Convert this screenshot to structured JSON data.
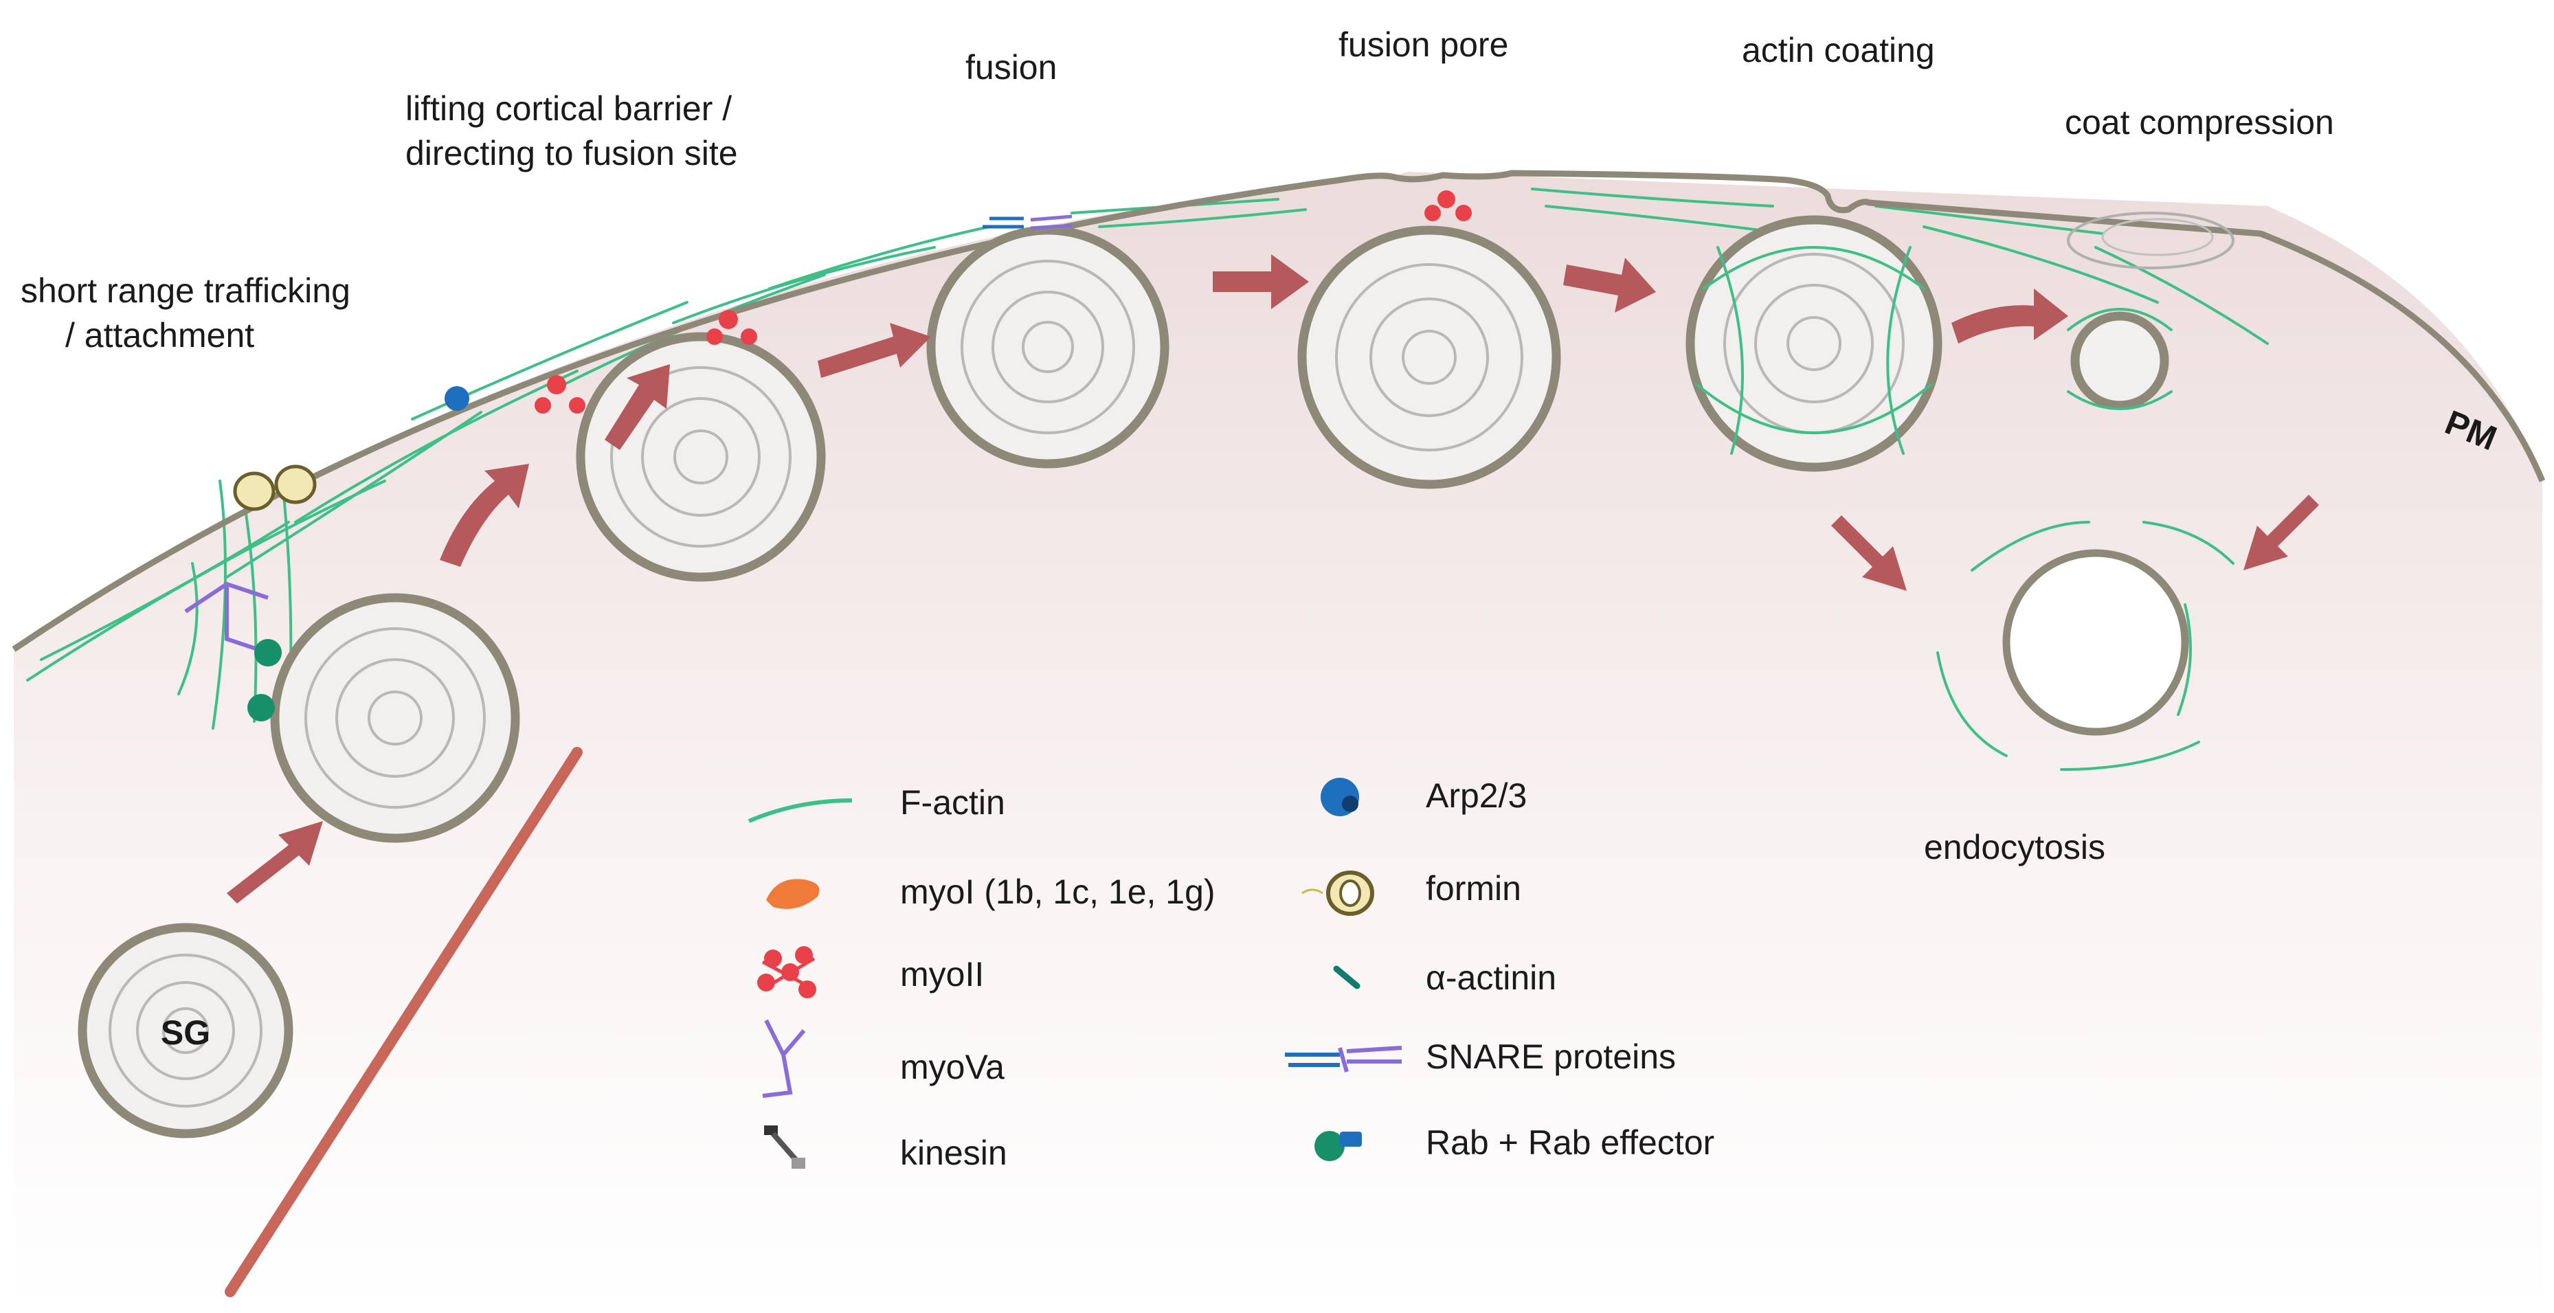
{
  "stages": {
    "short_range": "short range trafficking\n/ attachment",
    "lifting": "lifting cortical barrier /\ndirecting to fusion site",
    "fusion": "fusion",
    "fusion_pore": "fusion pore",
    "actin_coating": "actin coating",
    "coat_compression": "coat compression",
    "endocytosis": "endocytosis"
  },
  "labels": {
    "pm": "PM",
    "sg": "SG"
  },
  "legend": [
    {
      "label": "F-actin",
      "icon": "f-actin-icon"
    },
    {
      "label": "myoI (1b, 1c, 1e, 1g)",
      "icon": "myoI-icon"
    },
    {
      "label": "myoII",
      "icon": "myoII-icon"
    },
    {
      "label": "myoVa",
      "icon": "myoVa-icon"
    },
    {
      "label": "kinesin",
      "icon": "kinesin-icon"
    },
    {
      "label": "Arp2/3",
      "icon": "arp23-icon"
    },
    {
      "label": "formin",
      "icon": "formin-icon"
    },
    {
      "label": "α-actinin",
      "icon": "alpha-actinin-icon"
    },
    {
      "label": "SNARE proteins",
      "icon": "snare-icon"
    },
    {
      "label": "Rab + Rab effector",
      "icon": "rab-icon"
    }
  ],
  "colors": {
    "membrane": "#8e8878",
    "f_actin": "#3fbf88",
    "arrow": "#b5595c",
    "myoI": "#f07a3a",
    "myoII": "#e8414a",
    "myoVa": "#8a6cd8",
    "arp23": "#1f6fbf",
    "rab": "#17906a",
    "alpha_actinin": "#127a6e",
    "microtubule": "#c8665a"
  }
}
